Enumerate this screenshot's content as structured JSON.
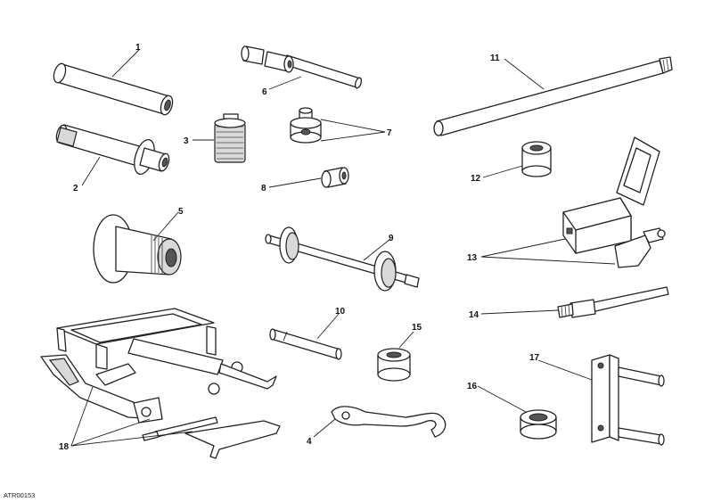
{
  "drawing_code": "ATR00153",
  "callouts": {
    "c1": "1",
    "c2": "2",
    "c3": "3",
    "c4": "4",
    "c5": "5",
    "c6": "6",
    "c7": "7",
    "c8": "8",
    "c9": "9",
    "c10": "10",
    "c11": "11",
    "c12": "12",
    "c13": "13",
    "c14": "14",
    "c15": "15",
    "c16": "16",
    "c17": "17",
    "c18": "18"
  }
}
